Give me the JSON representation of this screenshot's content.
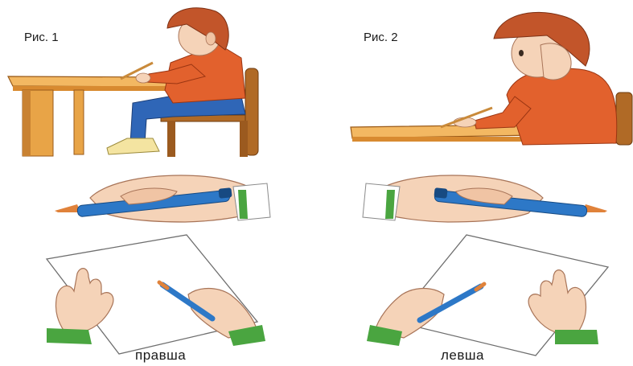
{
  "figures": {
    "fig1_label": "Рис. 1",
    "fig2_label": "Рис. 2"
  },
  "captions": {
    "right_handed": "правша",
    "left_handed": "левша"
  },
  "colors": {
    "desk": "#e8a447",
    "desk_dark": "#b8741e",
    "chair": "#b06a26",
    "sweater": "#e2612d",
    "jeans": "#2f66b7",
    "hair": "#c2552a",
    "skin": "#f5d3b8",
    "pen": "#2d78c7",
    "cuff": "#4aa540"
  },
  "icons": {
    "fig1": "boy-correct-posture-illustration",
    "fig2": "boy-incorrect-posture-illustration",
    "pen_right": "right-hand-pen-grip-illustration",
    "pen_left": "left-hand-pen-grip-illustration",
    "paper_right": "right-handed-paper-position-illustration",
    "paper_left": "left-handed-paper-position-illustration"
  }
}
